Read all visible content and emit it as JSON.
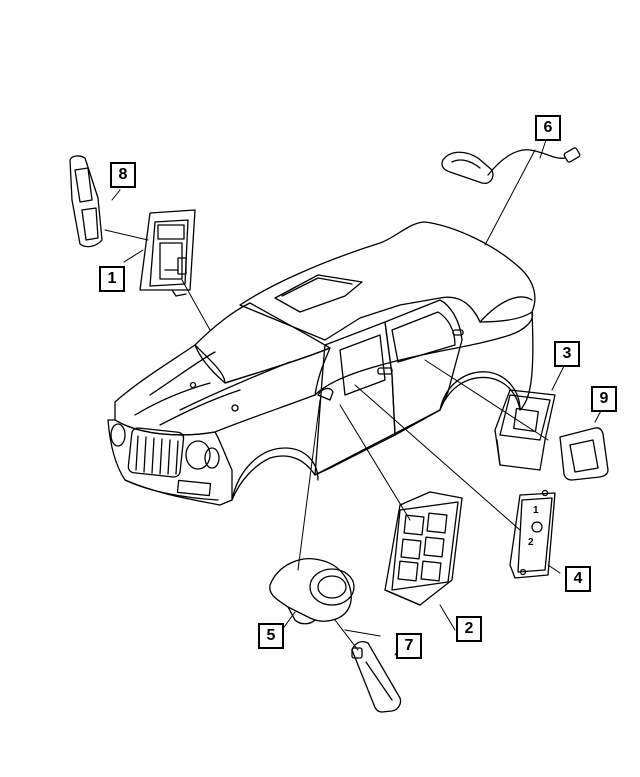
{
  "diagram": {
    "callouts": [
      {
        "id": "c1",
        "label": "1"
      },
      {
        "id": "c2",
        "label": "2"
      },
      {
        "id": "c3",
        "label": "3"
      },
      {
        "id": "c4",
        "label": "4"
      },
      {
        "id": "c5",
        "label": "5"
      },
      {
        "id": "c6",
        "label": "6"
      },
      {
        "id": "c7",
        "label": "7"
      },
      {
        "id": "c8",
        "label": "8"
      },
      {
        "id": "c9",
        "label": "9"
      }
    ],
    "switch_marks": {
      "one": "1",
      "two": "2"
    }
  }
}
